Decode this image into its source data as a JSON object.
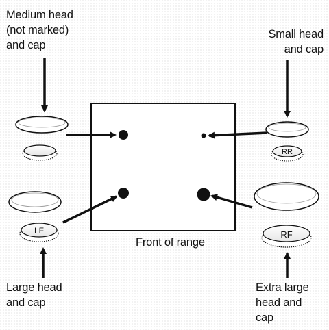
{
  "labels": {
    "medium": [
      "Medium head",
      "(not marked)",
      "and cap"
    ],
    "small": [
      "Small head",
      "and cap"
    ],
    "large": [
      "Large head",
      "and cap"
    ],
    "extra_large": [
      "Extra large",
      "head and",
      "cap"
    ],
    "front": "Front of range"
  },
  "cap_marks": {
    "right_rear": "RR",
    "left_front": "LF",
    "right_front": "RF"
  }
}
